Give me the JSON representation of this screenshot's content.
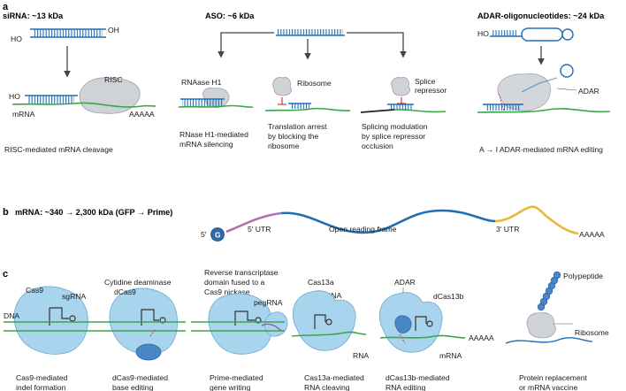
{
  "panel_a": {
    "label": "a",
    "sirna": {
      "title": "siRNA: ~13 kDa",
      "oh": "OH",
      "ho_top": "HO",
      "ho_bottom": "HO",
      "risc": "RISC",
      "mrna": "mRNA",
      "polya": "AAAAA",
      "caption": "RISC-mediated mRNA cleavage"
    },
    "aso": {
      "title": "ASO: ~6 kDa",
      "rnase": "RNAase H1",
      "ribosome": "Ribosome",
      "splice_line1": "Splice",
      "splice_line2": "repressor",
      "cap1_line1": "RNase H1-mediated",
      "cap1_line2": "mRNA silencing",
      "cap2_line1": "Translation arrest",
      "cap2_line2": "by blocking the",
      "cap2_line3": "ribosome",
      "cap3_line1": "Splicing modulation",
      "cap3_line2": "by splice repressor",
      "cap3_line3": "occlusion"
    },
    "adar": {
      "title": "ADAR-oligonucleotides: ~24 kDa",
      "ho": "HO",
      "adar": "ADAR",
      "caption": "A → I ADAR-mediated mRNA editing"
    }
  },
  "panel_b": {
    "label": "b",
    "title": "mRNA: ~340 → 2,300 kDa (GFP → Prime)",
    "cap_5": "5′",
    "cap_g": "G",
    "utr5": "5′ UTR",
    "orf": "Open reading frame",
    "utr3": "3′ UTR",
    "polya": "AAAAA",
    "colors": {
      "utr5": "#b36db3",
      "orf": "#1f6fb5",
      "utr3": "#e8b83a",
      "cap": "#2f6aa8"
    }
  },
  "panel_c": {
    "label": "c",
    "cas9": {
      "name": "Cas9",
      "sgrna": "sgRNA",
      "dna": "DNA",
      "caption1": "Cas9-mediated",
      "caption2": "indel formation"
    },
    "dcas9": {
      "deaminase": "Cytidine deaminase",
      "name": "dCas9",
      "caption1": "dCas9-mediated",
      "caption2": "base editing"
    },
    "prime": {
      "top1": "Reverse transcriptase",
      "top2": "domain fused to a",
      "top3": "Cas9 nickase",
      "pegrna": "pegRNA",
      "caption1": "Prime-mediated",
      "caption2": "gene writing"
    },
    "cas13a": {
      "name": "Cas13a",
      "crrna": "crRNA",
      "rna": "RNA",
      "caption1": "Cas13a-mediated",
      "caption2": "RNA cleaving"
    },
    "dcas13b": {
      "adar": "ADAR",
      "name": "dCas13b",
      "polya": "AAAAA",
      "mrna": "mRNA",
      "caption1": "dCas13b-mediated",
      "caption2": "RNA editing"
    },
    "protein": {
      "polypeptide": "Polypeptide",
      "ribosome": "Ribosome",
      "caption1": "Protein replacement",
      "caption2": "or mRNA vaccine"
    }
  }
}
